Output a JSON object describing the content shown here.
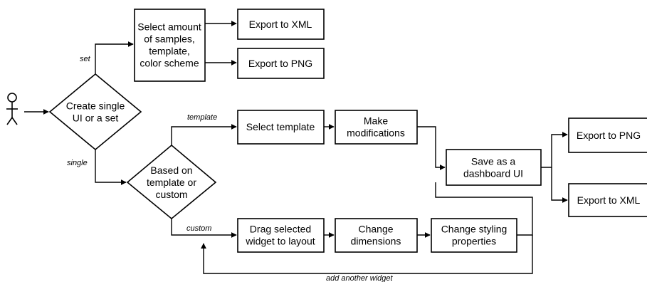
{
  "nodes": {
    "create": {
      "kind": "decision",
      "lines": [
        "Create single",
        "UI or a set"
      ]
    },
    "based": {
      "kind": "decision",
      "lines": [
        "Based on",
        "template or",
        "custom"
      ]
    },
    "select_amount": {
      "kind": "process",
      "lines": [
        "Select amount",
        "of samples,",
        "template,",
        "color scheme"
      ]
    },
    "export_xml_1": {
      "kind": "process",
      "lines": [
        "Export to XML"
      ]
    },
    "export_png_1": {
      "kind": "process",
      "lines": [
        "Export to PNG"
      ]
    },
    "select_template": {
      "kind": "process",
      "lines": [
        "Select template"
      ]
    },
    "make_mod": {
      "kind": "process",
      "lines": [
        "Make",
        "modifications"
      ]
    },
    "save_dash": {
      "kind": "process",
      "lines": [
        "Save as a",
        "dashboard UI"
      ]
    },
    "export_png_2": {
      "kind": "process",
      "lines": [
        "Export to PNG"
      ]
    },
    "export_xml_2": {
      "kind": "process",
      "lines": [
        "Export to XML"
      ]
    },
    "drag_widget": {
      "kind": "process",
      "lines": [
        "Drag selected",
        "widget to layout"
      ]
    },
    "change_dim": {
      "kind": "process",
      "lines": [
        "Change",
        "dimensions"
      ]
    },
    "change_style": {
      "kind": "process",
      "lines": [
        "Change styling",
        "properties"
      ]
    }
  },
  "edge_labels": {
    "set": "set",
    "single": "single",
    "template": "template",
    "custom": "custom",
    "add_widget": "add another widget"
  },
  "actor": {
    "icon": "actor-icon"
  }
}
